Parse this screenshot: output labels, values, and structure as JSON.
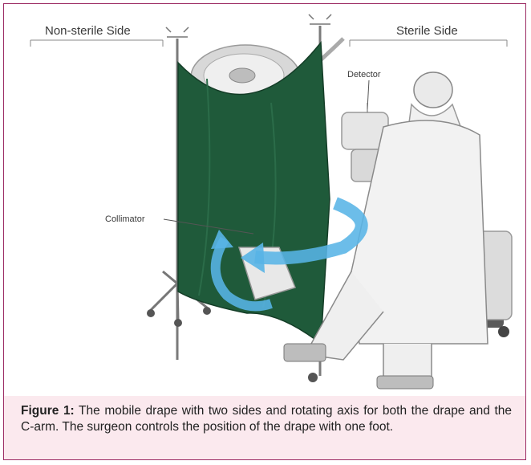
{
  "figure": {
    "labels": {
      "non_sterile_side": "Non-sterile Side",
      "sterile_side": "Sterile Side",
      "detector": "Detector",
      "collimator": "Collimator"
    },
    "colors": {
      "drape": "#1f5a3a",
      "arrow": "#58b4e6",
      "border": "#9c2c64",
      "caption_bg": "#fbe9ee"
    }
  },
  "caption": {
    "label": "Figure 1:",
    "text": " The mobile drape with two sides and rotating axis for both the drape and the C-arm. The surgeon controls the position of the drape with one foot."
  }
}
